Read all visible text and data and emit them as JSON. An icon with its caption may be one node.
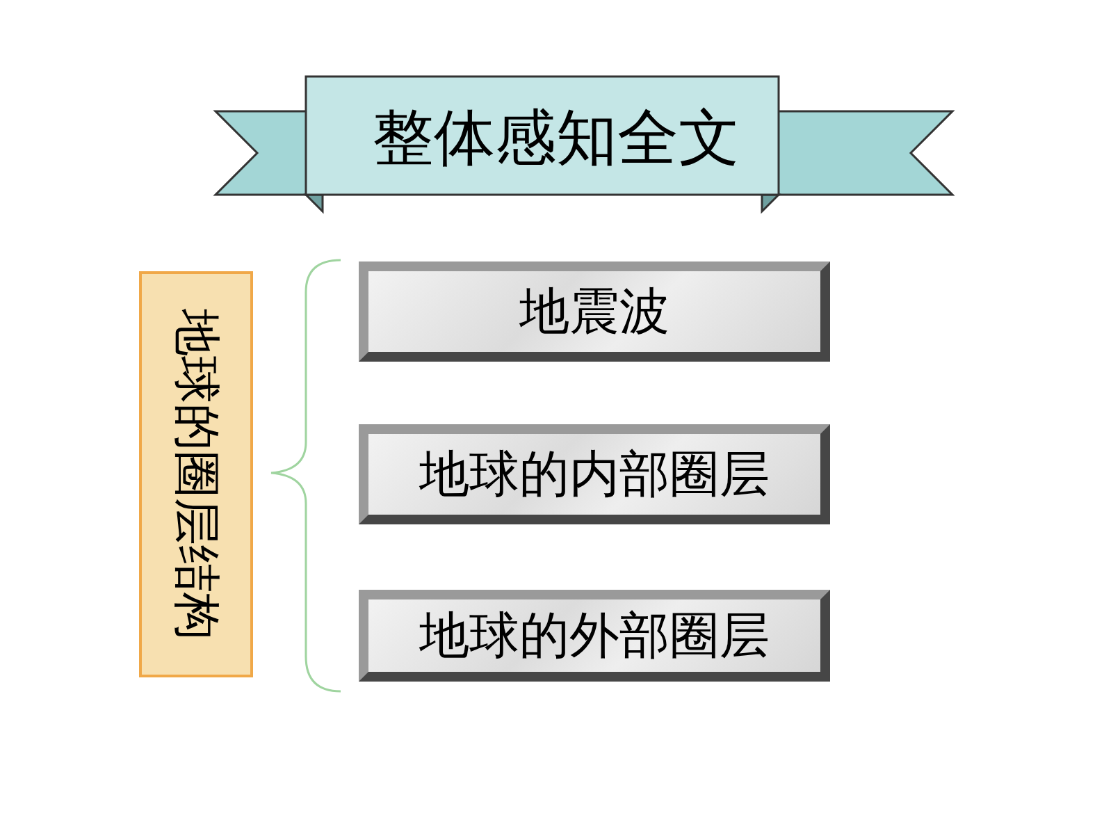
{
  "diagram": {
    "title": "整体感知全文",
    "nodes": [
      {
        "text": [
          "地球的圈层结构"
        ]
      },
      {
        "text": [
          "地震波"
        ]
      },
      {
        "text": [
          "地球的内部圈层"
        ]
      },
      {
        "text": [
          "地球的外部圈层"
        ]
      }
    ]
  }
}
